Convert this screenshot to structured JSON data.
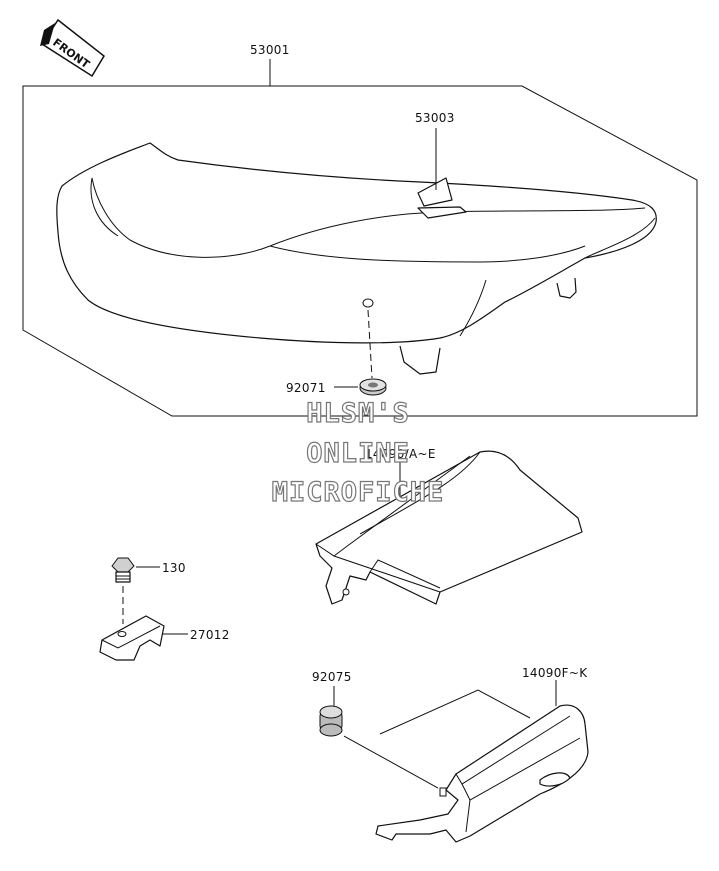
{
  "front_arrow": {
    "text": "FRONT"
  },
  "callouts": {
    "seat_assembly": "53001",
    "seat_badge": "53003",
    "seat_grommet": "92071",
    "tail_cover_left": "14090/A~E",
    "bolt": "130",
    "clamp": "27012",
    "damper": "92075",
    "tail_cover_right": "14090F~K"
  },
  "watermark": {
    "line1": "HLSM'S",
    "line2": "ONLINE",
    "line3": "MICROFICHE"
  }
}
